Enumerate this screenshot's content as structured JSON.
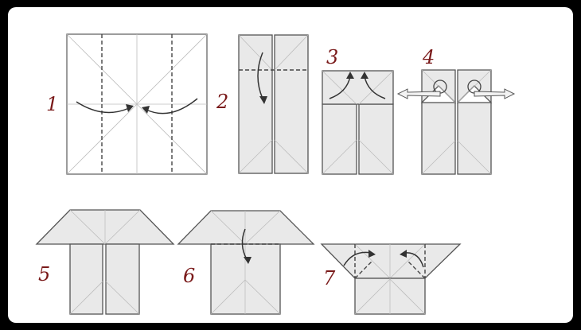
{
  "steps": [
    {
      "number": "1"
    },
    {
      "number": "2"
    },
    {
      "number": "3"
    },
    {
      "number": "4"
    },
    {
      "number": "5"
    },
    {
      "number": "6"
    },
    {
      "number": "7"
    }
  ],
  "colors": {
    "background": "#000000",
    "paper": "#e9e9e9",
    "step_number": "#7a1a1a"
  }
}
